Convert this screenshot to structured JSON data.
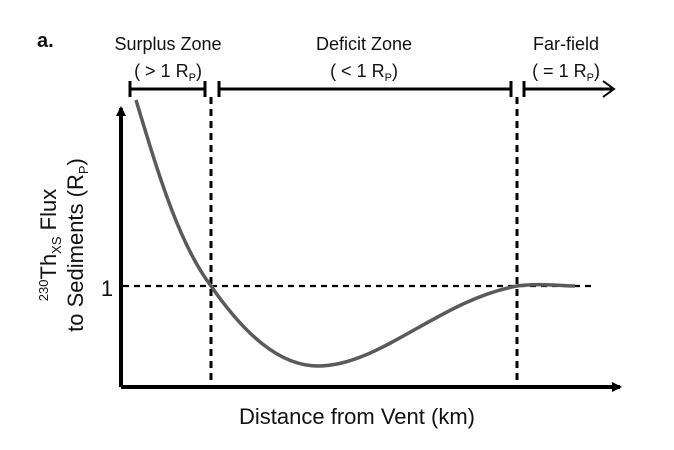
{
  "panel_label": "a.",
  "zones": [
    {
      "title": "Surplus Zone",
      "range_prefix": "( > 1 R",
      "range_sub": "P",
      "range_suffix": ")"
    },
    {
      "title": "Deficit Zone",
      "range_prefix": "( < 1 R",
      "range_sub": "P",
      "range_suffix": ")"
    },
    {
      "title": "Far-field",
      "range_prefix": "( = 1 R",
      "range_sub": "P",
      "range_suffix": ")"
    }
  ],
  "y_axis": {
    "line1_sup": "230",
    "line1_main": "Th",
    "line1_sub": "XS",
    "line1_rest": " Flux",
    "line2_main": "to Sediments (R",
    "line2_sub": "P",
    "line2_rest": ")",
    "tick_1": "1"
  },
  "x_axis": {
    "label": "Distance from Vent (km)"
  },
  "colors": {
    "curve": "#5a5a5a",
    "axes": "#000000"
  }
}
